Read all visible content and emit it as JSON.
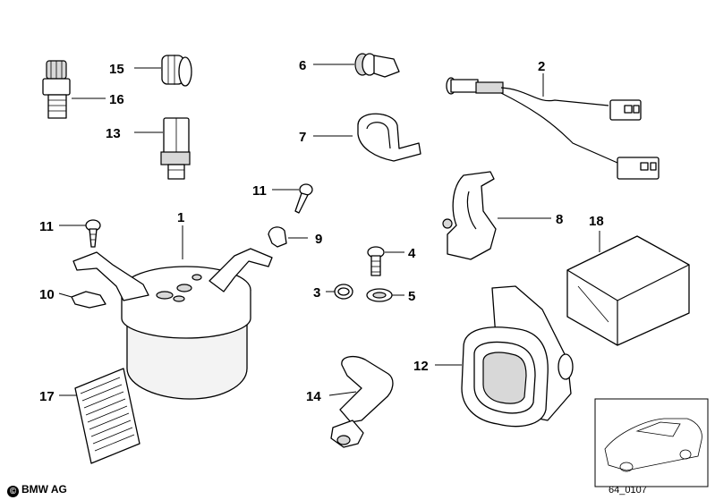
{
  "labels": {
    "p1": "1",
    "p2": "2",
    "p3": "3",
    "p4": "4",
    "p5": "5",
    "p6": "6",
    "p7": "7",
    "p8": "8",
    "p9": "9",
    "p10": "10",
    "p11a": "11",
    "p11b": "11",
    "p12": "12",
    "p13": "13",
    "p14": "14",
    "p15": "15",
    "p16": "16",
    "p17": "17",
    "p18": "18"
  },
  "footer": {
    "copyright": "BMW AG",
    "copyright_symbol": "©",
    "diagram_code": "64_0107"
  }
}
